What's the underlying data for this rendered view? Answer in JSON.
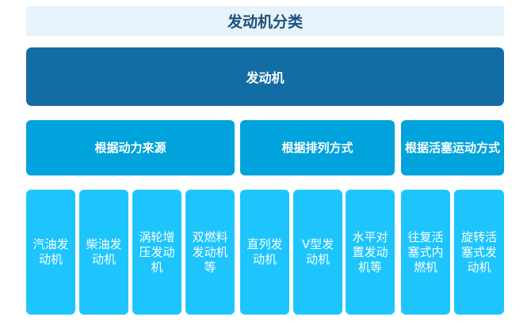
{
  "title": "发动机分类",
  "root": "发动机",
  "categories": [
    "根据动力来源",
    "根据排列方式",
    "根据活塞运动方式"
  ],
  "leaves": [
    "汽油发动机",
    "柴油发动机",
    "涡轮增压发动机",
    "双燃料发动机等",
    "直列发动机",
    "V型发动机",
    "水平对置发动机等",
    "往复活塞式内燃机",
    "旋转活塞式发动机"
  ],
  "colors": {
    "title_bg": "#e6f3fb",
    "root": "#136da5",
    "category": "#00a3dc",
    "leaf": "#1ec5fc"
  }
}
